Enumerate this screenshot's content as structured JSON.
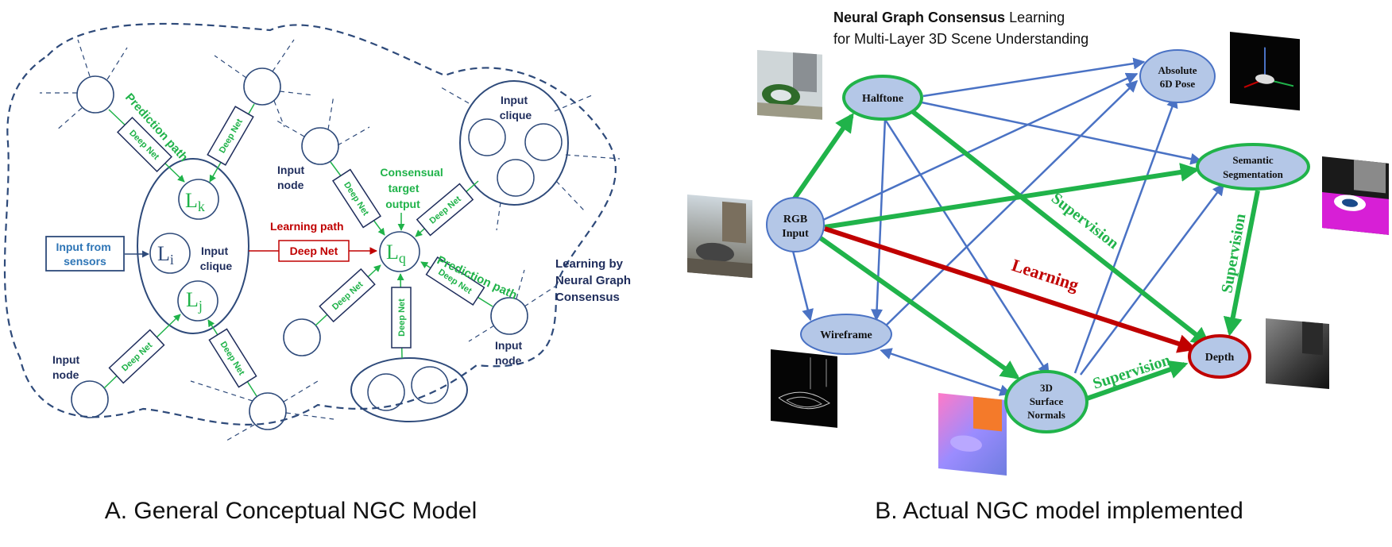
{
  "panel_a": {
    "caption": "A. General Conceptual NGC Model",
    "deep_net": "Deep Net",
    "prediction_path_label": "Prediction path",
    "learning_path_label": "Learning path",
    "input_node_label": [
      "Input",
      "node"
    ],
    "input_clique_label": [
      "Input",
      "clique"
    ],
    "consensual_label": [
      "Consensual",
      "target",
      "output"
    ],
    "sensors_label": [
      "Input from",
      "sensors"
    ],
    "ngc_label": [
      "Learning by",
      "Neural Graph",
      "Consensus"
    ],
    "L_base": "L",
    "sub_k": "k",
    "sub_i": "i",
    "sub_j": "j",
    "sub_q": "q"
  },
  "panel_b": {
    "caption": "B. Actual NGC model implemented",
    "title_bold": "Neural Graph Consensus",
    "title_rest": " Learning",
    "title_line2": "for Multi-Layer 3D Scene Understanding",
    "nodes": {
      "rgb": [
        "RGB",
        "Input"
      ],
      "halftone": "Halftone",
      "pose": [
        "Absolute",
        "6D Pose"
      ],
      "semantic": [
        "Semantic",
        "Segmentation"
      ],
      "wireframe": "Wireframe",
      "normals": [
        "3D",
        "Surface",
        "Normals"
      ],
      "depth": "Depth"
    },
    "supervision_label": "Supervision",
    "learning_label": "Learning"
  },
  "colors": {
    "navy": "#2e4a7a",
    "green": "#20b34a",
    "red": "#c00000",
    "blue_edge": "#4a72c4",
    "node_fill": "#b4c7e7",
    "dark_text": "#1f2d5c"
  }
}
